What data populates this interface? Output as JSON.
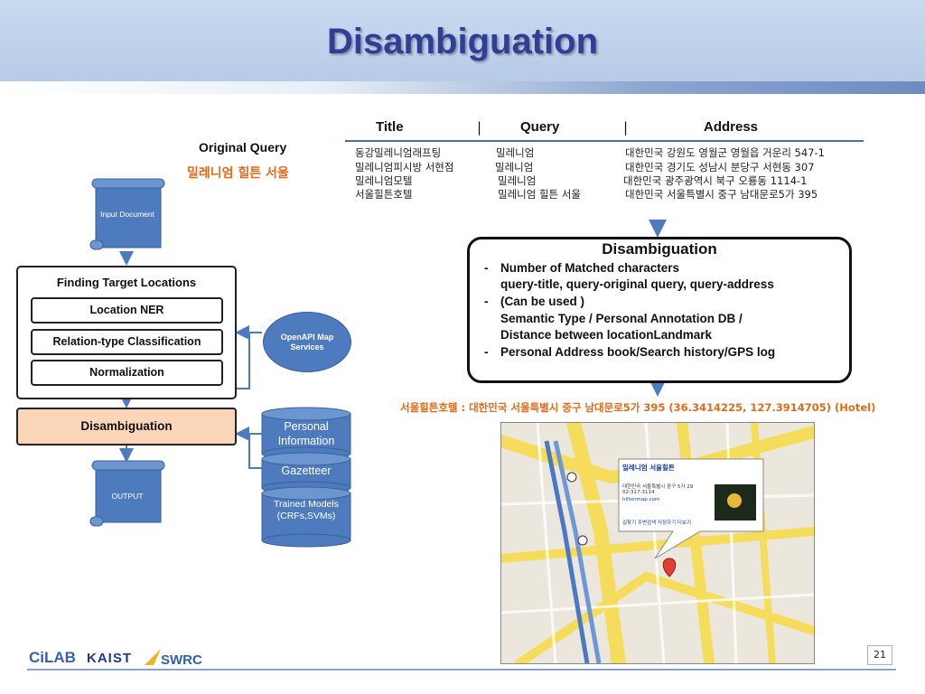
{
  "slide": {
    "title": "Disambiguation",
    "page_number": "21"
  },
  "results_table": {
    "headers": {
      "title": "Title",
      "query": "Query",
      "address": "Address"
    },
    "separator": "|",
    "rows": [
      {
        "title": "동강밀레니엄래프팅",
        "query": "밀레니엄",
        "address": "대한민국 강원도 영월군 영월읍 거운리 547-1"
      },
      {
        "title": "밀레니엄피시방 서현점",
        "query": "밀레니엄",
        "address": "대한민국 경기도 성남시 분당구 서현동 307"
      },
      {
        "title": "밀레니엄모텔",
        "query": "밀레니엄",
        "address": "대한민국 광주광역시 북구 오룡동 1114-1"
      },
      {
        "title": "서울힐튼호텔",
        "query": "밀레니엄 힐튼 서울",
        "address": "대한민국 서울특별시 중구 남대문로5가 395"
      }
    ]
  },
  "original_query": {
    "label": "Original Query",
    "value": "밀레니엄 힐튼 서울"
  },
  "pipeline": {
    "input_doc": "Input Document",
    "finding_title": "Finding Target Locations",
    "location_ner": "Location NER",
    "relation_classification": "Relation-type Classification",
    "normalization": "Normalization",
    "disambiguation": "Disambiguation",
    "output_doc": "OUTPUT"
  },
  "resources": {
    "openapi": "OpenAPI Map Services",
    "personal_info": "Personal Information",
    "gazetteer": "Gazetteer",
    "trained_models": "Trained Models (CRFs,SVMs)"
  },
  "disambiguation_panel": {
    "title": "Disambiguation",
    "bullet": "-",
    "item1": "Number of Matched characters",
    "item1_sub": "query-title, query-original query, query-address",
    "item2": "(Can be used )",
    "item2_sub1": "Semantic Type / Personal Annotation DB /",
    "item2_sub2": "Distance between locationLandmark",
    "item3": "Personal Address book/Search history/GPS log"
  },
  "result_line": "서울힐튼호텔 : 대한민국 서울특별시 중구 남대문로5가 395 (36.3414225, 127.3914705) (Hotel)",
  "map_popup": {
    "name": "밀레니엄 서울힐튼",
    "line1": "대한민국 서울특별시 중구 5가 29",
    "line2": "02-317-3114",
    "line3": "hiltonmap.com",
    "links": "길찾기 주변검색 저장하기 더보기"
  },
  "logos": {
    "cilab": "CiLAB",
    "kaist": "KAIST",
    "swrc": "SWRC"
  },
  "colors": {
    "title_text": "#2f3f95",
    "accent_orange": "#e06b1a",
    "box_fill_blue": "#4e7bbd",
    "disamb_fill": "#fbd5b7",
    "header_band": "#c2d5ee"
  }
}
